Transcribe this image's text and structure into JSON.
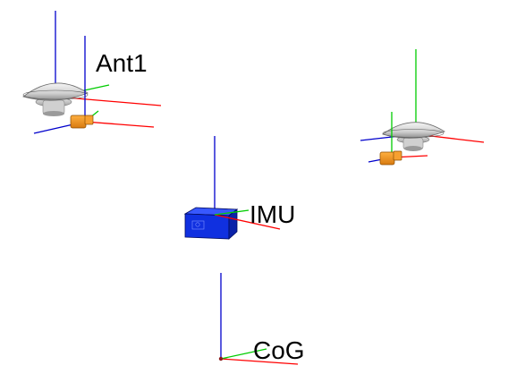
{
  "labels": {
    "ant1": "Ant1",
    "imu": "IMU",
    "cog": "CoG"
  },
  "colors": {
    "x_axis": "#ff0000",
    "y_axis": "#00cc00",
    "z_axis": "#0000cc",
    "imu_body": "#1030e0",
    "connector": "#f0951e",
    "antenna_dome": "#d8d8d8",
    "origin": "#8b1a1a"
  },
  "icons": {
    "antenna": "gnss-antenna-icon",
    "imu": "imu-box-icon",
    "connector": "sma-connector-icon"
  }
}
